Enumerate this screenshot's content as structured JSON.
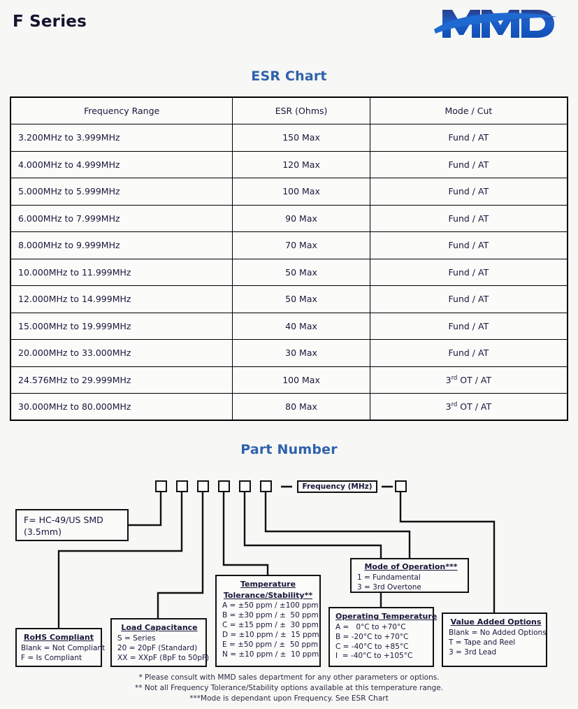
{
  "header": {
    "series_title": "F Series",
    "logo_text": "MMD",
    "logo_color": "#1f5fc4"
  },
  "esr_section": {
    "heading": "ESR Chart",
    "columns": [
      "Frequency Range",
      "ESR (Ohms)",
      "Mode / Cut"
    ],
    "rows": [
      {
        "frequency": "3.200MHz to 3.999MHz",
        "esr": "150 Max",
        "mode_pre": "",
        "mode_sup": "",
        "mode_post": "Fund / AT"
      },
      {
        "frequency": "4.000MHz to 4.999MHz",
        "esr": "120 Max",
        "mode_pre": "",
        "mode_sup": "",
        "mode_post": "Fund / AT"
      },
      {
        "frequency": "5.000MHz to 5.999MHz",
        "esr": "100 Max",
        "mode_pre": "",
        "mode_sup": "",
        "mode_post": "Fund / AT"
      },
      {
        "frequency": "6.000MHz to 7.999MHz",
        "esr": "90 Max",
        "mode_pre": "",
        "mode_sup": "",
        "mode_post": "Fund / AT"
      },
      {
        "frequency": "8.000MHz to 9.999MHz",
        "esr": "70 Max",
        "mode_pre": "",
        "mode_sup": "",
        "mode_post": "Fund / AT"
      },
      {
        "frequency": "10.000MHz to 11.999MHz",
        "esr": "50 Max",
        "mode_pre": "",
        "mode_sup": "",
        "mode_post": "Fund / AT"
      },
      {
        "frequency": "12.000MHz to 14.999MHz",
        "esr": "50 Max",
        "mode_pre": "",
        "mode_sup": "",
        "mode_post": "Fund / AT"
      },
      {
        "frequency": "15.000MHz to 19.999MHz",
        "esr": "40 Max",
        "mode_pre": "",
        "mode_sup": "",
        "mode_post": "Fund / AT"
      },
      {
        "frequency": "20.000MHz to 33.000MHz",
        "esr": "30 Max",
        "mode_pre": "",
        "mode_sup": "",
        "mode_post": "Fund / AT"
      },
      {
        "frequency": "24.576MHz to 29.999MHz",
        "esr": "100 Max",
        "mode_pre": "3",
        "mode_sup": "rd",
        "mode_post": " OT / AT"
      },
      {
        "frequency": "30.000MHz to 80.000MHz",
        "esr": "80 Max",
        "mode_pre": "3",
        "mode_sup": "rd",
        "mode_post": " OT / AT"
      }
    ]
  },
  "part_number": {
    "heading": "Part Number",
    "frequency_field_label": "Frequency (MHz)",
    "code_boxes": [
      "",
      "",
      "",
      "",
      "",
      "",
      ""
    ],
    "separators": [
      "—",
      "—"
    ],
    "package": {
      "line1": "F= HC-49/US SMD",
      "line2": "(3.5mm)"
    },
    "rohs": {
      "title": "RoHS Compliant",
      "options": [
        "Blank = Not Compliant",
        "F = Is Compliant"
      ]
    },
    "load_capacitance": {
      "title": "Load Capacitance",
      "options": [
        "S = Series",
        "20 = 20pF (Standard)",
        "XX = XXpF (8pF to 50pF)"
      ]
    },
    "temperature_tolerance": {
      "title_line1": "Temperature",
      "title_line2": "Tolerance/Stability**",
      "options": [
        "A = ±50 ppm / ±100 ppm",
        "B = ±30 ppm / ±  50 ppm",
        "C = ±15 ppm / ±  30 ppm",
        "D = ±10 ppm / ±  15 ppm",
        "E = ±50 ppm / ±  50 ppm",
        "N = ±10 ppm / ±  10 ppm"
      ]
    },
    "operating_temperature": {
      "title": "Operating Temperature",
      "options": [
        "A =   0°C to +70°C",
        "B = -20°C to +70°C",
        "C = -40°C to +85°C",
        "I  = -40°C to +105°C"
      ]
    },
    "mode_of_operation": {
      "title": "Mode of Operation***",
      "options": [
        "1 = Fundamental",
        "3 = 3rd Overtone"
      ]
    },
    "value_added_options": {
      "title": "Value Added Options",
      "options": [
        "Blank = No Added Options",
        "T = Tape and Reel",
        "3 = 3rd Lead"
      ]
    }
  },
  "footnotes": [
    "* Please consult with MMD sales department for any other parameters or options.",
    "** Not all Frequency Tolerance/Stability options available at this temperature range.",
    "***Mode is dependant upon Frequency. See ESR Chart"
  ]
}
